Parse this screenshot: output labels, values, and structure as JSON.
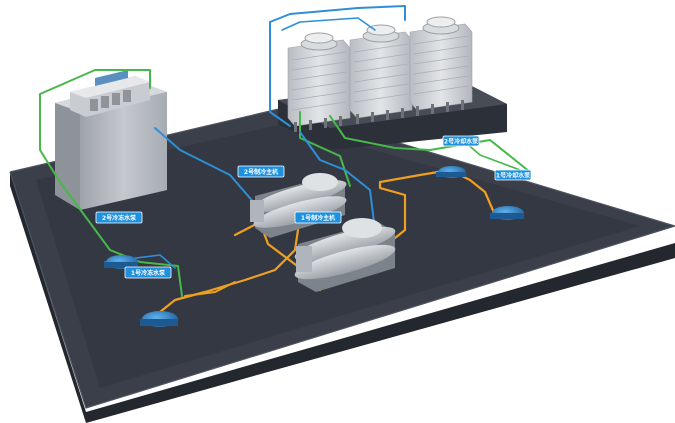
{
  "colors": {
    "floor_top": "#3a3f49",
    "floor_side": "#2a2e36",
    "floor_edge": "#4d5360",
    "platform_top": "#474c57",
    "building": "#b7bcc2",
    "tower": "#cfd3d8",
    "pipe_green": "#47b84a",
    "pipe_blue": "#2f8fd6",
    "pipe_orange": "#f0a020",
    "label_bg": "#1e90e0",
    "pump": "#2a7fc8",
    "chiller": "#bfc4ca"
  },
  "labels": {
    "chiller_2": "2号制冷主机",
    "chiller_1": "1号制冷主机",
    "pump_chilled_2": "2号冷冻水泵",
    "pump_chilled_1": "1号冷冻水泵",
    "pump_cooling_2": "2号冷却水泵",
    "pump_cooling_1": "1号冷却水泵"
  },
  "icons": {
    "building": "air-handling-building",
    "towers": "cooling-tower",
    "chiller": "chiller-unit",
    "pump": "water-pump"
  }
}
